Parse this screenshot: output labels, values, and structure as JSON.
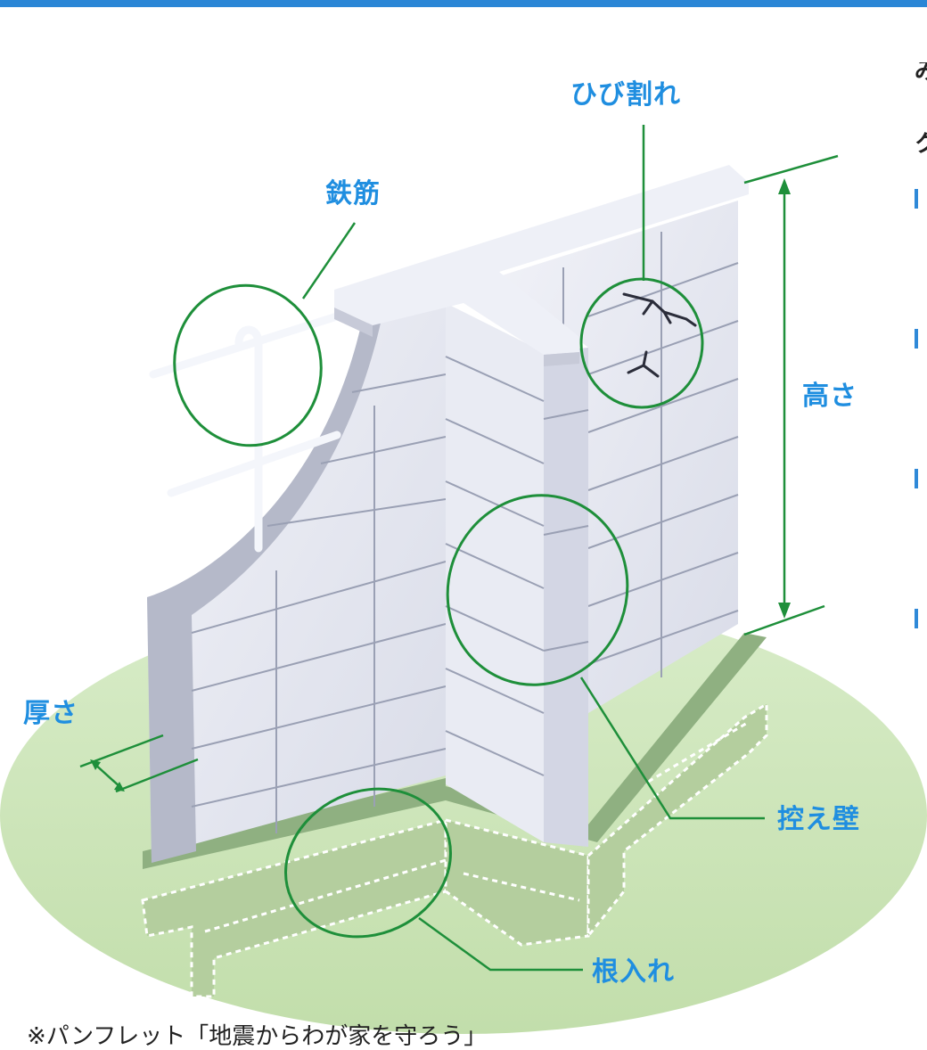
{
  "labels": {
    "crack": "ひび割れ",
    "rebar": "鉄筋",
    "height": "高さ",
    "thickness": "厚さ",
    "buttress": "控え壁",
    "embedment": "根入れ"
  },
  "side_text": [
    "み",
    "ク"
  ],
  "footnote": "※パンフレット「地震からわが家を守ろう」",
  "colors": {
    "accent_blue": "#1f8ee0",
    "top_bar": "#2a86d6",
    "leader_green": "#1e8f3a",
    "ground": "#cfe6bd",
    "wall_face": "#e8eaf3",
    "wall_side": "#b8bccc"
  }
}
